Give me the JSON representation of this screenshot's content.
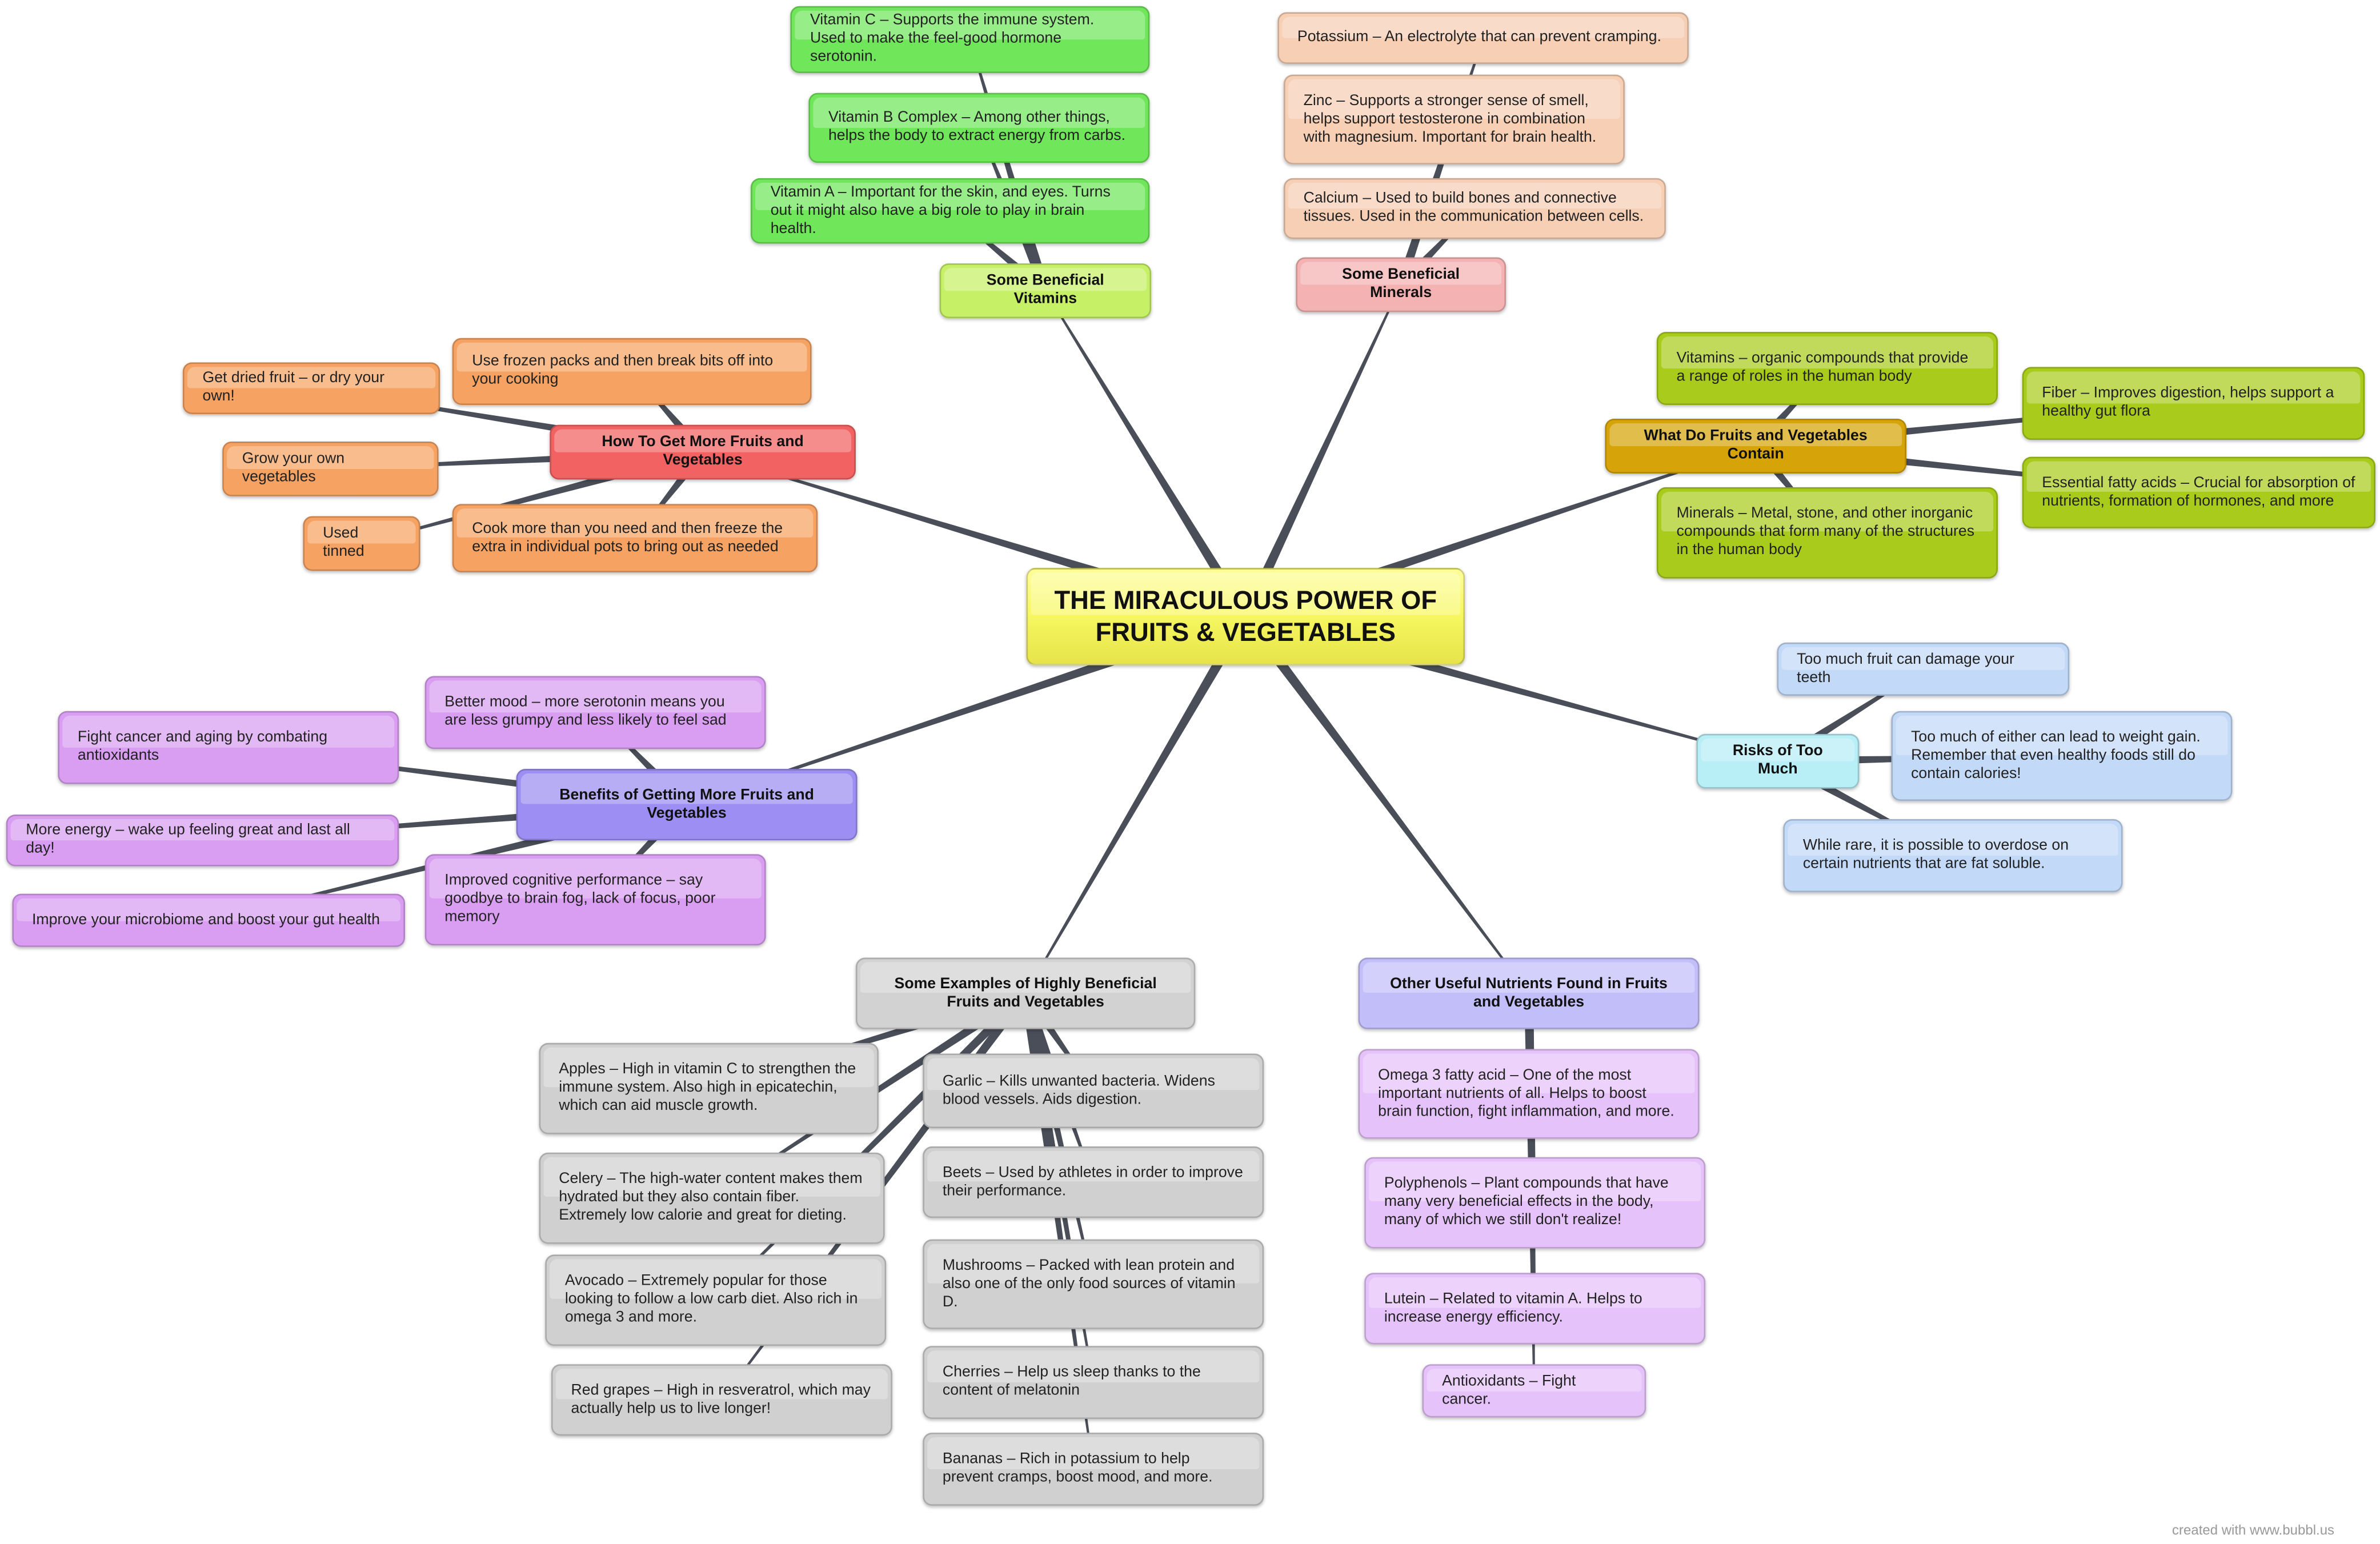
{
  "center": {
    "label": "THE MIRACULOUS POWER OF FRUITS & VEGETABLES",
    "color": "#f8f862"
  },
  "branches": [
    {
      "id": "vitamins",
      "label": "Some Beneficial Vitamins",
      "color": "#c6f066",
      "leaf_color": "#70e65a",
      "children": [
        {
          "text": "Vitamin C – Supports the immune system. Used to make the feel-good hormone serotonin."
        },
        {
          "text": "Vitamin B Complex – Among other things, helps the body to extract energy from carbs."
        },
        {
          "text": "Vitamin A – Important for the skin, and eyes. Turns out it might also have a big role to play in brain health."
        }
      ]
    },
    {
      "id": "minerals",
      "label": "Some Beneficial Minerals",
      "color": "#f4b2b2",
      "leaf_color": "#f6cfb4",
      "children": [
        {
          "text": "Potassium – An electrolyte that can prevent cramping."
        },
        {
          "text": "Zinc – Supports a stronger sense of smell, helps support testosterone in combination with magnesium. Important for brain health."
        },
        {
          "text": "Calcium – Used to build bones and connective tissues. Used in the communication between cells."
        }
      ]
    },
    {
      "id": "contain",
      "label": "What Do Fruits and Vegetables Contain",
      "color": "#d6a408",
      "leaf_color": "#a9cc1c",
      "children": [
        {
          "text": "Vitamins – organic compounds that provide a range of roles in the human body"
        },
        {
          "text": "Minerals – Metal, stone, and other inorganic compounds that form many of the structures in the human body"
        },
        {
          "text": "Fiber – Improves digestion, helps support a healthy gut flora"
        },
        {
          "text": "Essential fatty acids – Crucial for absorption of nutrients, formation of hormones, and more"
        }
      ]
    },
    {
      "id": "risks",
      "label": "Risks of Too Much",
      "color": "#b8eef6",
      "leaf_color": "#c2d9f8",
      "children": [
        {
          "text": "Too much fruit can damage your teeth"
        },
        {
          "text": "Too much of either can lead to weight gain. Remember that even healthy foods still do contain calories!"
        },
        {
          "text": "While rare, it is possible to overdose on certain nutrients that are fat soluble."
        }
      ]
    },
    {
      "id": "nutrients",
      "label": "Other Useful Nutrients Found in Fruits and Vegetables",
      "color": "#c2befa",
      "leaf_color": "#e6c2fa",
      "children": [
        {
          "text": "Omega 3 fatty acid – One of the most important nutrients of all. Helps to boost brain function, fight inflammation, and more."
        },
        {
          "text": "Polyphenols – Plant compounds that have many very beneficial effects in the body, many of which we still don't realize!"
        },
        {
          "text": "Lutein – Related to vitamin A. Helps to increase energy efficiency."
        },
        {
          "text": "Antioxidants – Fight cancer."
        }
      ]
    },
    {
      "id": "examples",
      "label": "Some Examples of Highly Beneficial Fruits and Vegetables",
      "color": "#d2d2d2",
      "leaf_color": "#d0d0d0",
      "children": [
        {
          "text": "Apples – High in vitamin C to strengthen the immune system. Also high in epicatechin, which can aid muscle growth."
        },
        {
          "text": "Celery – The high-water content makes them hydrated but they also contain fiber. Extremely low calorie and great for dieting."
        },
        {
          "text": "Avocado – Extremely popular for those looking to follow a low carb diet. Also rich in omega 3 and more."
        },
        {
          "text": "Red grapes – High in resveratrol, which may actually help us to live longer!"
        },
        {
          "text": "Garlic – Kills unwanted bacteria. Widens blood vessels. Aids digestion."
        },
        {
          "text": "Beets – Used by athletes in order to improve their performance."
        },
        {
          "text": "Mushrooms – Packed with lean protein and also one of the only food sources of vitamin D."
        },
        {
          "text": "Cherries – Help us sleep thanks to the content of melatonin"
        },
        {
          "text": "Bananas – Rich in potassium to help prevent cramps, boost mood, and more."
        }
      ]
    },
    {
      "id": "benefits",
      "label": "Benefits of Getting More Fruits and Vegetables",
      "color": "#9c8ef2",
      "leaf_color": "#d99ef2",
      "children": [
        {
          "text": "Better mood – more serotonin means you are less grumpy and less likely to feel sad"
        },
        {
          "text": "Fight cancer and aging by combating antioxidants"
        },
        {
          "text": "More energy – wake up feeling great and last all day!"
        },
        {
          "text": "Improved cognitive performance – say goodbye to brain fog, lack of focus, poor memory"
        },
        {
          "text": "Improve your microbiome and boost your gut health"
        }
      ]
    },
    {
      "id": "howto",
      "label": "How To Get More Fruits and Vegetables",
      "color": "#f26262",
      "leaf_color": "#f5a262",
      "children": [
        {
          "text": "Use frozen packs and then break bits off into your cooking"
        },
        {
          "text": "Get dried fruit – or dry your own!"
        },
        {
          "text": "Grow your own vegetables"
        },
        {
          "text": "Used tinned"
        },
        {
          "text": "Cook more than you need and then freeze the extra in individual pots to bring out as needed"
        }
      ]
    }
  ],
  "footer": "created with www.bubbl.us"
}
